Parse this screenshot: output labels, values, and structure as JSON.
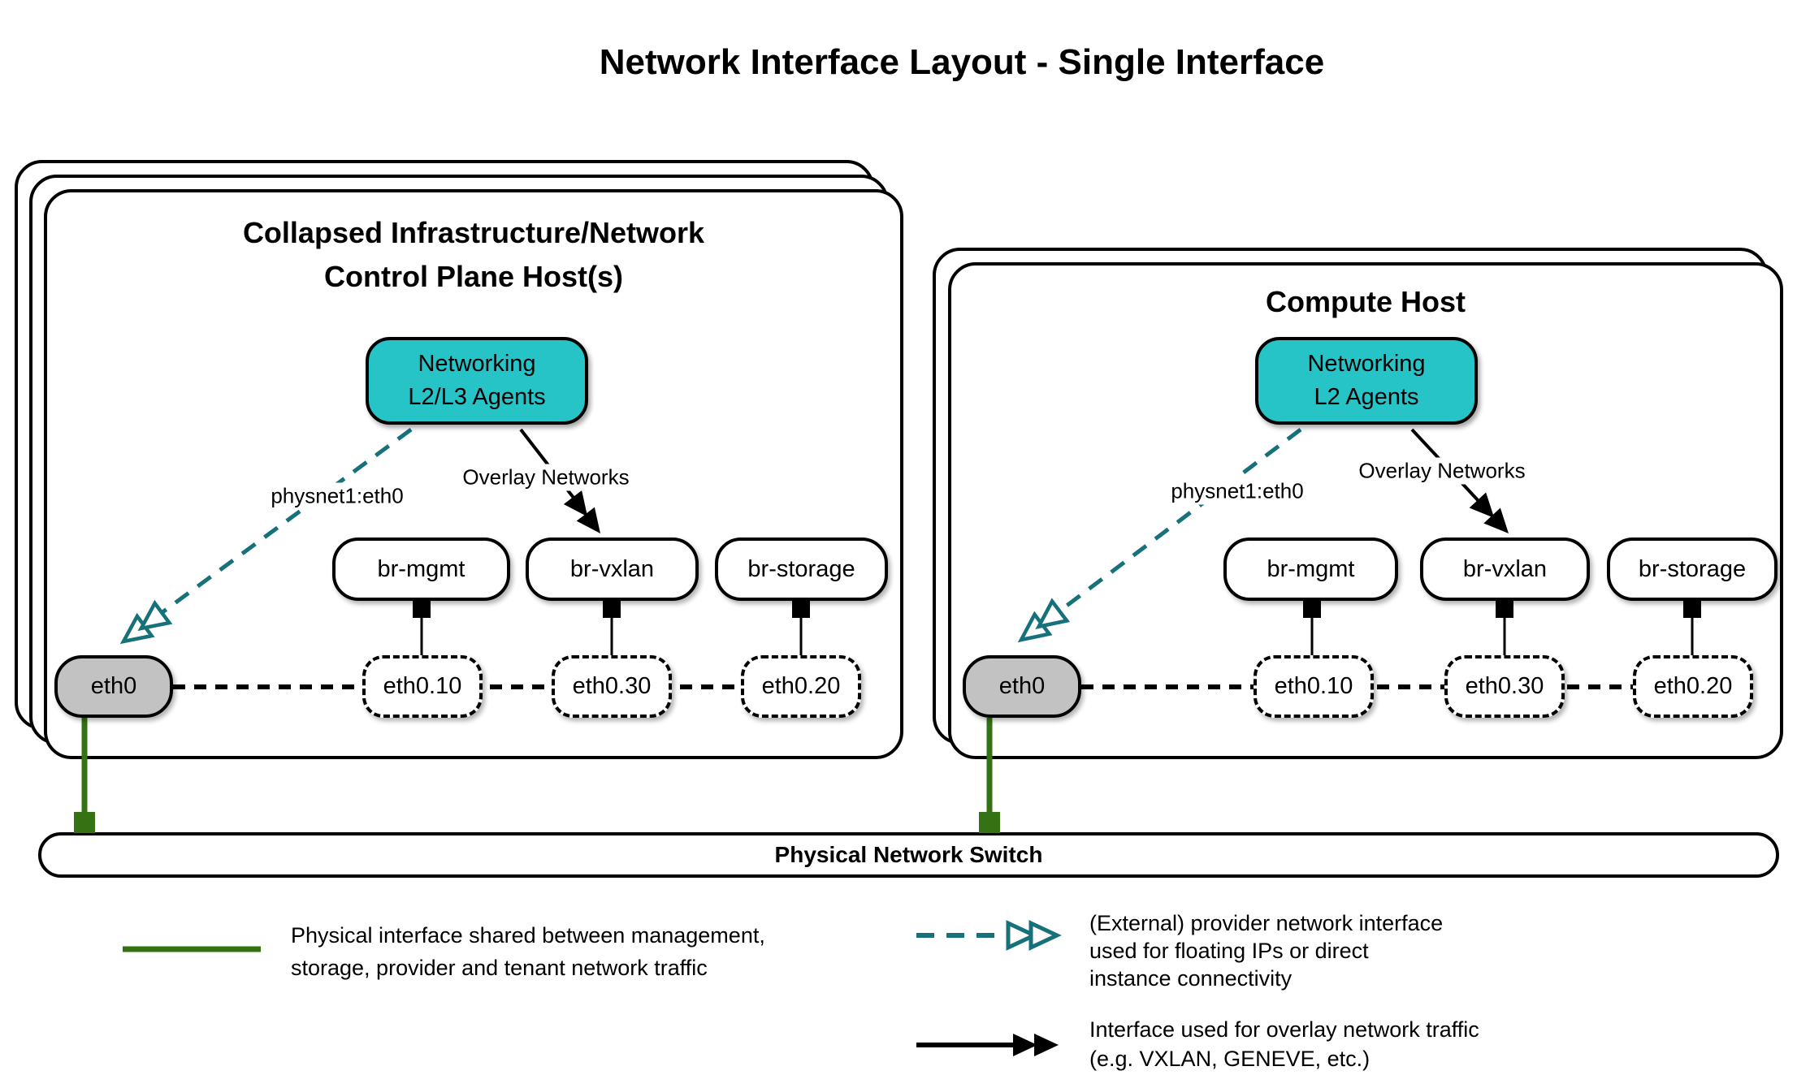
{
  "title": "Network Interface Layout - Single Interface",
  "left_host": {
    "title_line1": "Collapsed Infrastructure/Network",
    "title_line2": "Control Plane Host(s)",
    "agent_line1": "Networking",
    "agent_line2": "L2/L3 Agents",
    "physnet_label": "physnet1:eth0",
    "overlay_label": "Overlay Networks",
    "bridges": [
      "br-mgmt",
      "br-vxlan",
      "br-storage"
    ],
    "vlans": [
      "eth0.10",
      "eth0.30",
      "eth0.20"
    ],
    "nic": "eth0"
  },
  "right_host": {
    "title": "Compute Host",
    "agent_line1": "Networking",
    "agent_line2": "L2 Agents",
    "physnet_label": "physnet1:eth0",
    "overlay_label": "Overlay Networks",
    "bridges": [
      "br-mgmt",
      "br-vxlan",
      "br-storage"
    ],
    "vlans": [
      "eth0.10",
      "eth0.30",
      "eth0.20"
    ],
    "nic": "eth0"
  },
  "switch": {
    "label": "Physical Network Switch"
  },
  "legend": {
    "physical": {
      "line1": "Physical interface shared between management,",
      "line2": "storage, provider and tenant network traffic"
    },
    "provider": {
      "line1": "(External) provider network interface",
      "line2": "used for floating IPs or direct",
      "line3": "instance connectivity"
    },
    "overlay": {
      "line1": "Interface used for overlay network traffic",
      "line2": "(e.g. VXLAN, GENEVE, etc.)"
    }
  },
  "colors": {
    "agent_fill": "#26c3c7",
    "provider_line": "#16717a",
    "physical_line": "#357213",
    "nic_fill": "#c2c2c2"
  }
}
